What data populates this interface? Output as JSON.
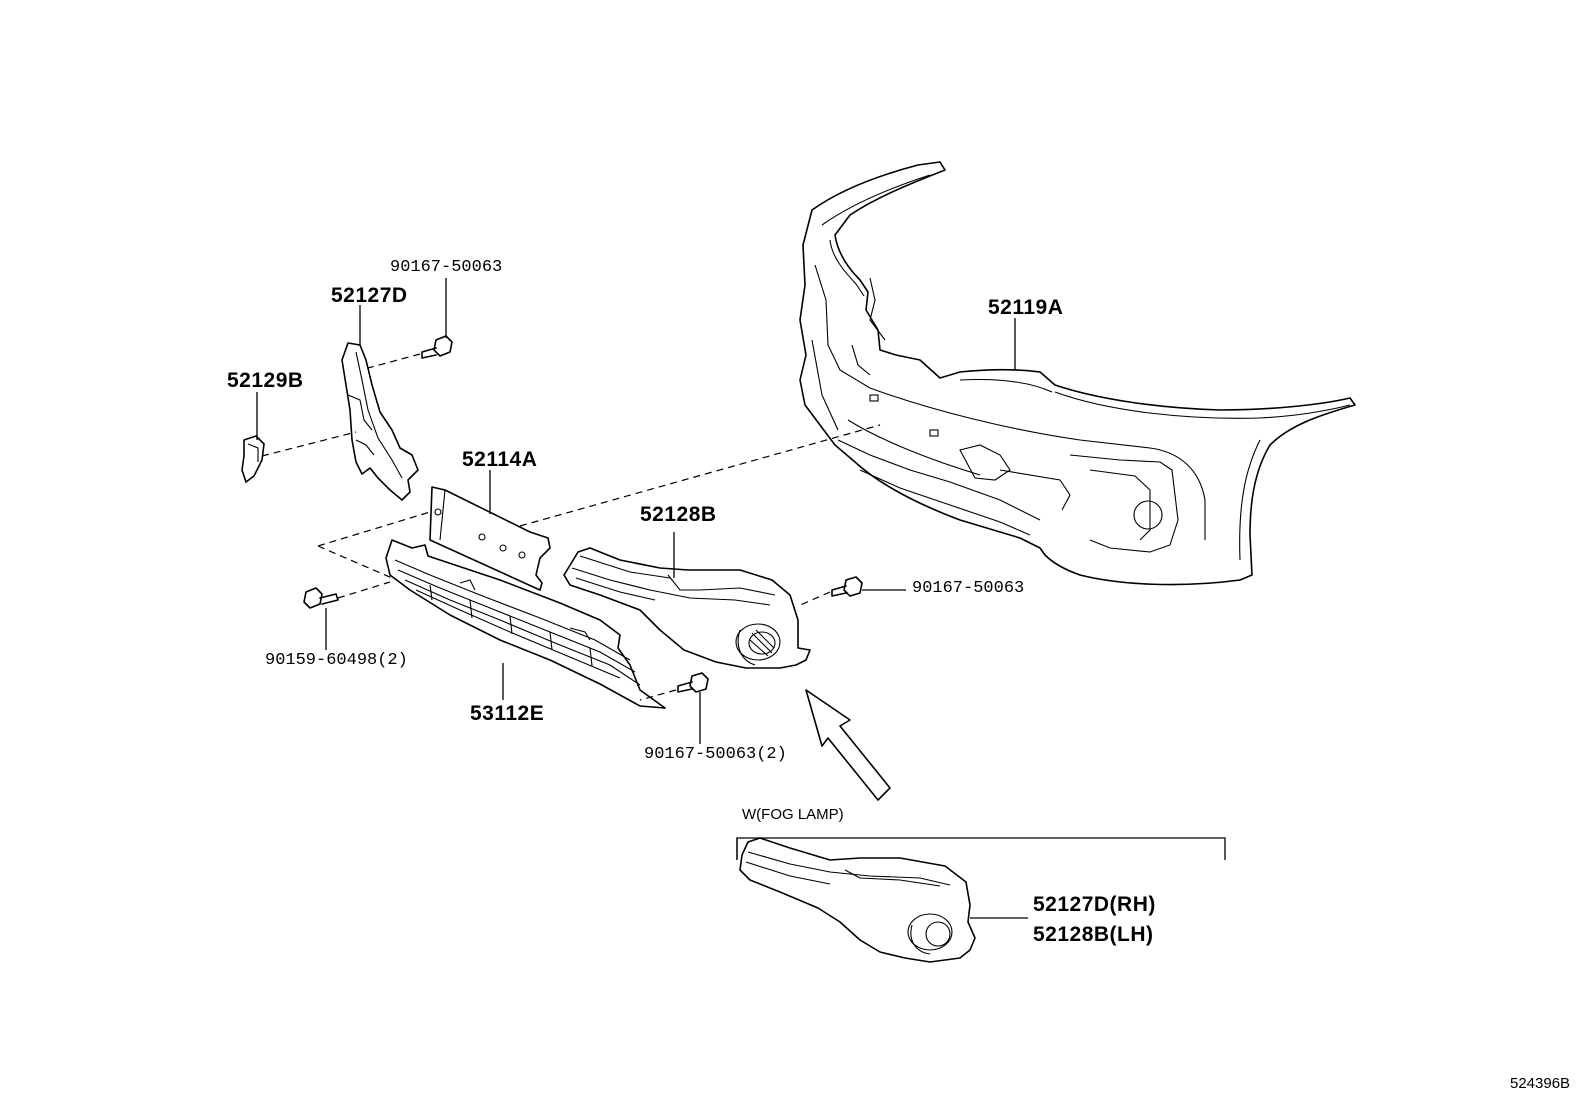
{
  "labels": {
    "p52119A": "52119A",
    "p52127D": "52127D",
    "p52129B": "52129B",
    "p52114A": "52114A",
    "p52128B": "52128B",
    "p53112E": "53112E",
    "bolt_top": "90167-50063",
    "bolt_right": "90167-50063",
    "bolt_left": "90159-60498(2)",
    "bolt_bottom": "90167-50063(2)",
    "fog_rh": "52127D(RH)",
    "fog_lh": "52128B(LH)"
  },
  "fog_lamp_note": "W(FOG LAMP)",
  "diagram_ref": "524396B"
}
